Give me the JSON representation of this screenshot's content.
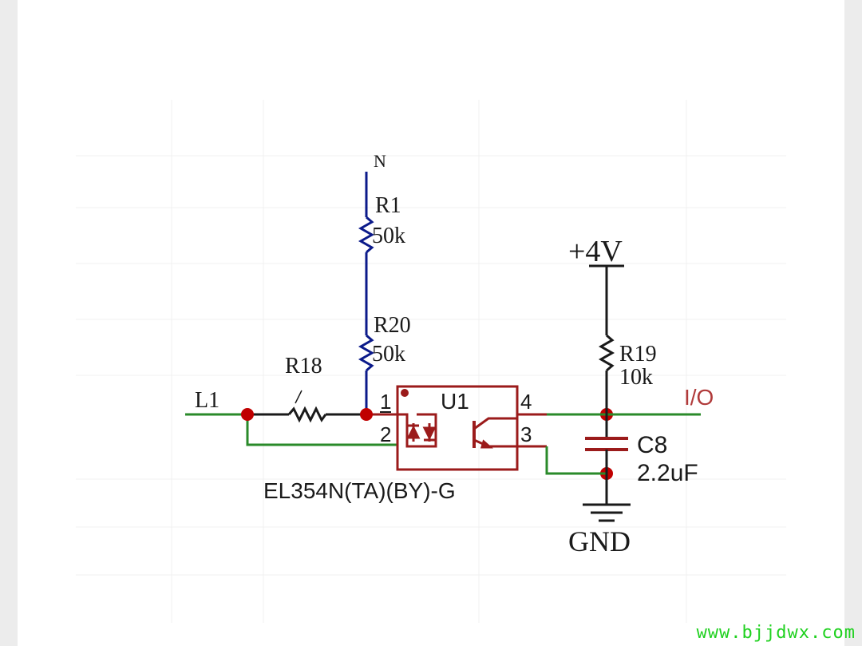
{
  "labels": {
    "top_net": "N",
    "r1_ref": "R1",
    "r1_val": "50k",
    "r20_ref": "R20",
    "r20_val": "50k",
    "r18_ref": "R18",
    "l1": "L1",
    "u1_ref": "U1",
    "pin1": "1",
    "pin2": "2",
    "pin3": "3",
    "pin4": "4",
    "u1_part": "EL354N(TA)(BY)-G",
    "vcc": "+4V",
    "r19_ref": "R19",
    "r19_val": "10k",
    "io": "I/O",
    "c8_ref": "C8",
    "c8_val": "2.2uF",
    "gnd": "GND"
  },
  "watermark": "www.bjjdwx.com",
  "colors": {
    "wire_blue": "#0b1a8a",
    "wire_green": "#2a8a2a",
    "component": "#9b1b1b",
    "junction": "#c00000",
    "black": "#1a1a1a"
  }
}
